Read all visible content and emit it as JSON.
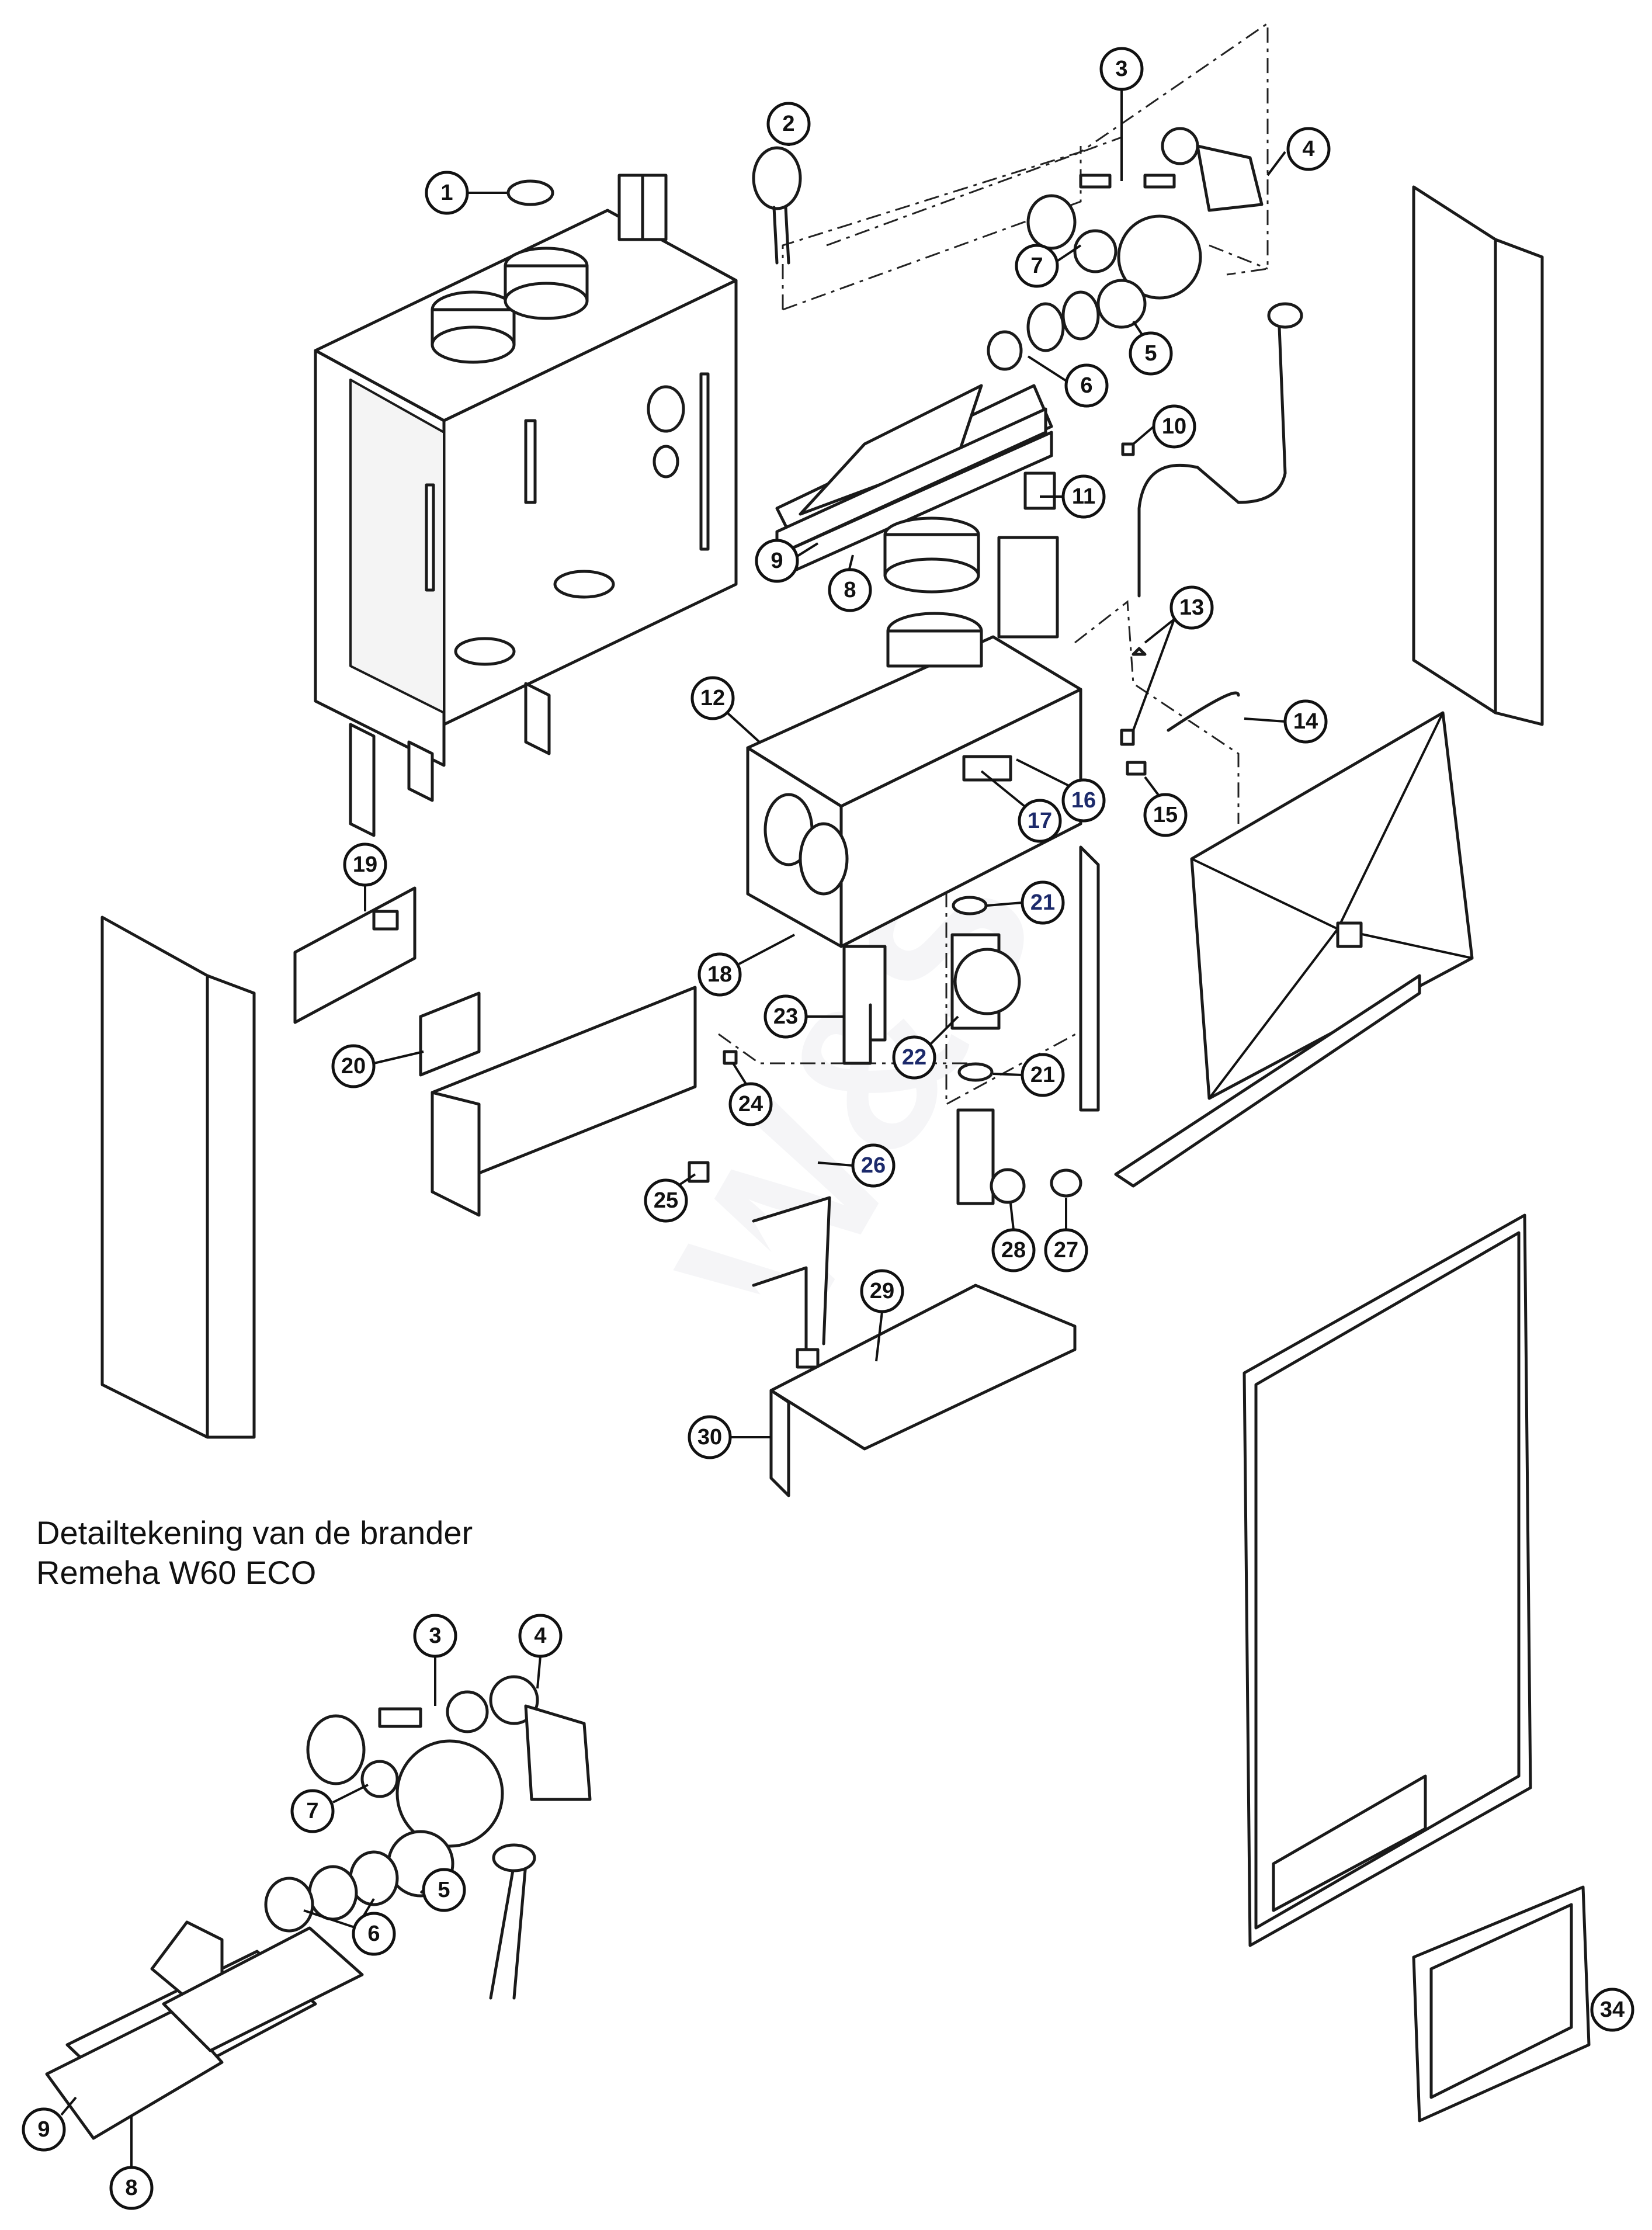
{
  "caption": {
    "line1": "Detailtekening van de brander",
    "line2": "Remeha W60 ECO"
  },
  "watermark": "W&S",
  "callouts": {
    "main": [
      "1",
      "2",
      "3",
      "4",
      "5",
      "6",
      "7",
      "8",
      "9",
      "10",
      "11",
      "12",
      "13",
      "14",
      "15",
      "16",
      "17",
      "18",
      "19",
      "20",
      "21",
      "21",
      "22",
      "23",
      "24",
      "25",
      "26",
      "27",
      "28",
      "29",
      "30",
      "34"
    ],
    "detail": [
      "3",
      "4",
      "7",
      "5",
      "6",
      "9",
      "8"
    ]
  },
  "colors": {
    "ink": "#1a1a1a",
    "callout_blue": "#1c2a6b"
  }
}
